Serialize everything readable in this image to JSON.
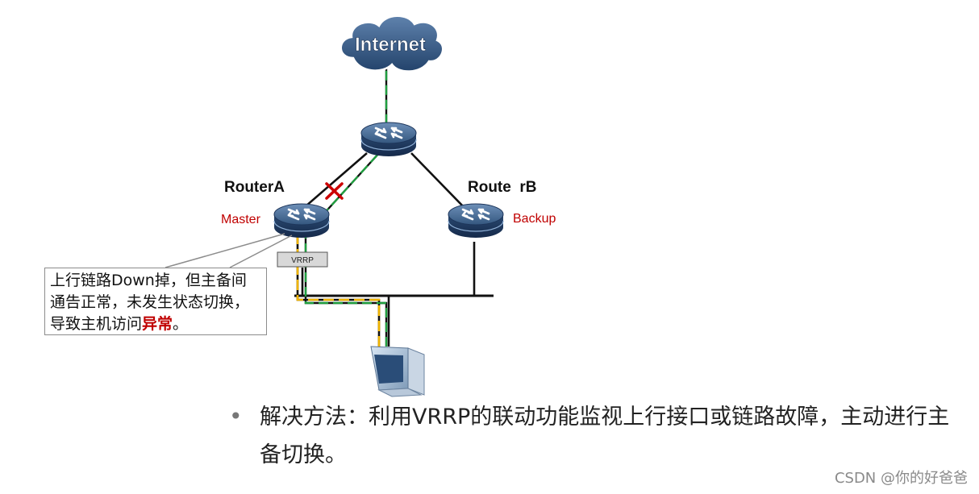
{
  "diagram": {
    "internet_label": "Internet",
    "router_a": {
      "name": "RouterA",
      "role": "Master"
    },
    "router_b": {
      "name": "Route  rB",
      "role": "Backup"
    },
    "vrrp_label": "VRRP",
    "callout": {
      "text_normal": "上行链路Down掉，但主备间通告正常，未发生状态切换，导致主机访问",
      "text_emphasis": "异常",
      "text_end": "。"
    },
    "colors": {
      "link_line": "#111111",
      "traffic_green": "#20a040",
      "vrrp_yellow": "#f0b400",
      "fault_mark": "#cc0000",
      "router_body": "#2f4f78",
      "cloud": "#2f4f78"
    }
  },
  "solution": {
    "bullet": "•",
    "text": "解决方法：利用VRRP的联动功能监视上行接口或链路故障，主动进行主备切换。"
  },
  "watermark": "CSDN @你的好爸爸"
}
